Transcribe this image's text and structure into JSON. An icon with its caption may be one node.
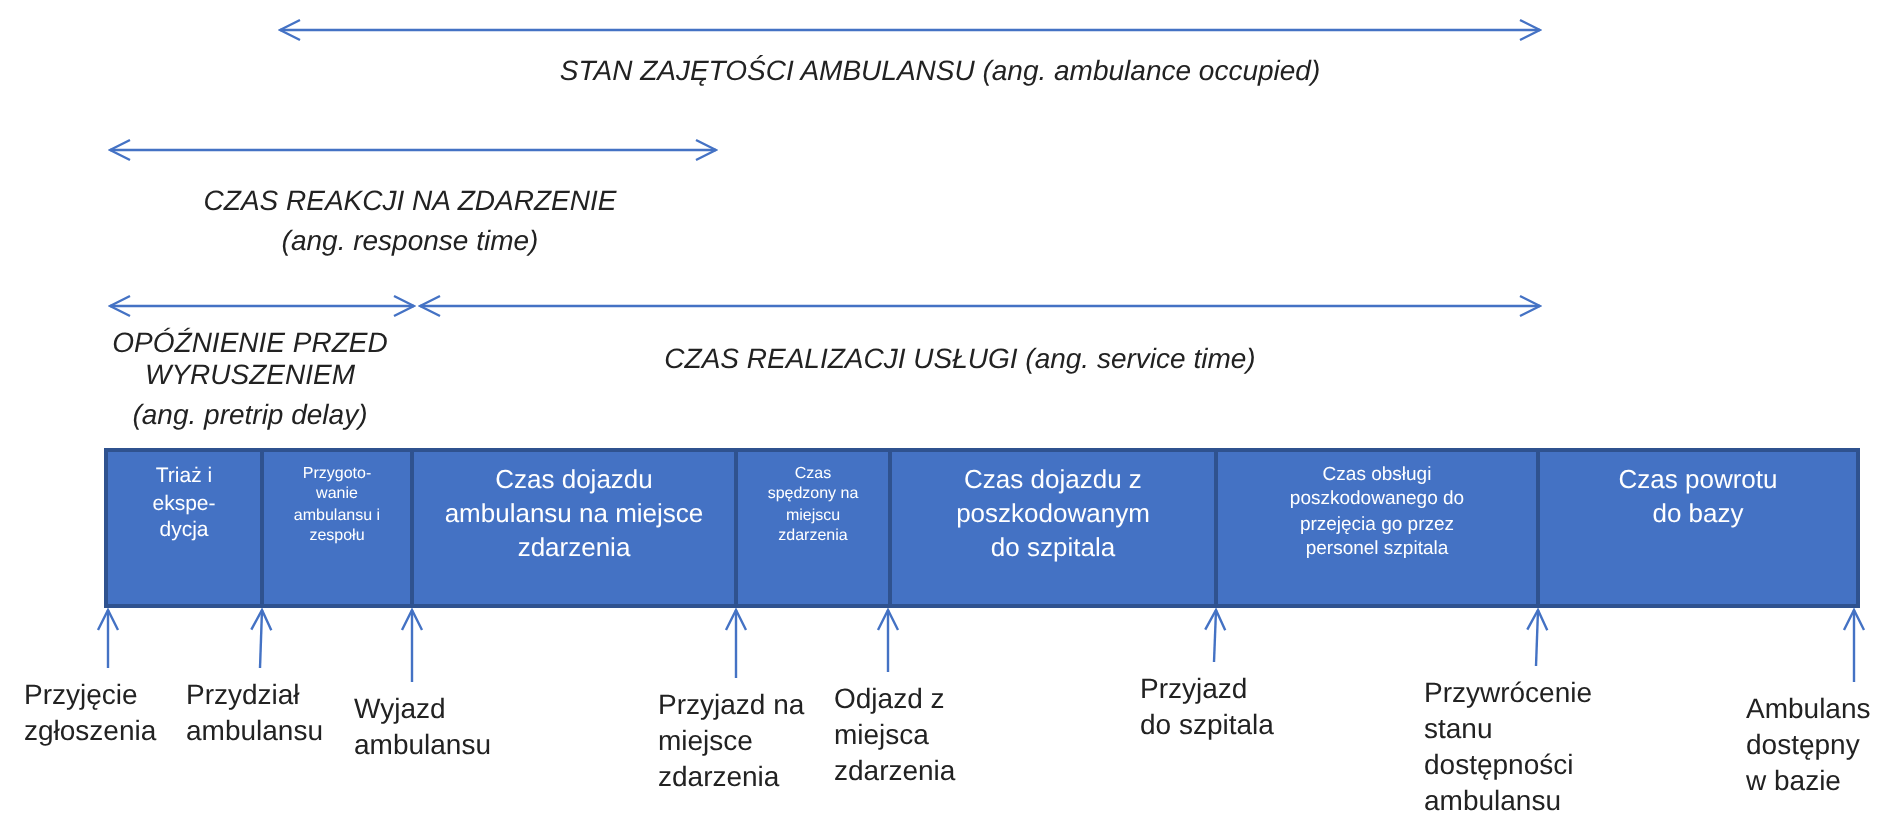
{
  "diagram": {
    "nodes": [
      {
        "text": [
          "Triaż i ekspe- dycja"
        ]
      },
      {
        "text": [
          "Przygoto- wanie ambulansu i zespołu"
        ]
      },
      {
        "text": [
          "Czas dojazdu ambulansu na miejsce zdarzenia"
        ]
      },
      {
        "text": [
          "Czas spędzony na miejscu zdarzenia"
        ]
      },
      {
        "text": [
          "Czas dojazdu z poszkodowanym do szpitala"
        ]
      },
      {
        "text": [
          "Czas obsługi poszkodowanego do przejęcia go przez personel szpitala"
        ]
      },
      {
        "text": [
          "Czas powrotu do bazy"
        ]
      },
      {
        "text": [
          "Przyjęcie zgłoszenia"
        ]
      },
      {
        "text": [
          "Przydział ambulansu"
        ]
      },
      {
        "text": [
          "Wyjazd ambulansu"
        ]
      },
      {
        "text": [
          "Przyjazd na miejsce zdarzenia"
        ]
      },
      {
        "text": [
          "Odjazd z miejsca zdarzenia"
        ]
      },
      {
        "text": [
          "Przyjazd do szpitala"
        ]
      },
      {
        "text": [
          "Przywrócenie stanu dostępności ambulansu"
        ]
      },
      {
        "text": [
          "Ambulans dostępny w bazie"
        ]
      }
    ],
    "edges": [
      {
        "from": 7,
        "to": 0,
        "arrow": "to"
      },
      {
        "from": 8,
        "to": 1,
        "arrow": "to"
      },
      {
        "from": 9,
        "to": 1,
        "arrow": "to"
      },
      {
        "from": 10,
        "to": 3,
        "arrow": "to"
      },
      {
        "from": 11,
        "to": 3,
        "arrow": "to"
      },
      {
        "from": 12,
        "to": 5,
        "arrow": "to"
      },
      {
        "from": 13,
        "to": 6,
        "arrow": "to"
      },
      {
        "from": 14,
        "to": 6,
        "arrow": "to"
      }
    ],
    "labels": [
      "STAN ZAJĘTOŚCI AMBULANSU (ang. ambulance occupied)",
      "CZAS REAKCJI NA ZDARZENIE",
      "(ang. response time)",
      "OPÓŹNIENIE PRZED WYRUSZENIEM",
      "(ang. pretrip delay)",
      "CZAS REALIZACJI USŁUGI (ang. service time)"
    ]
  }
}
